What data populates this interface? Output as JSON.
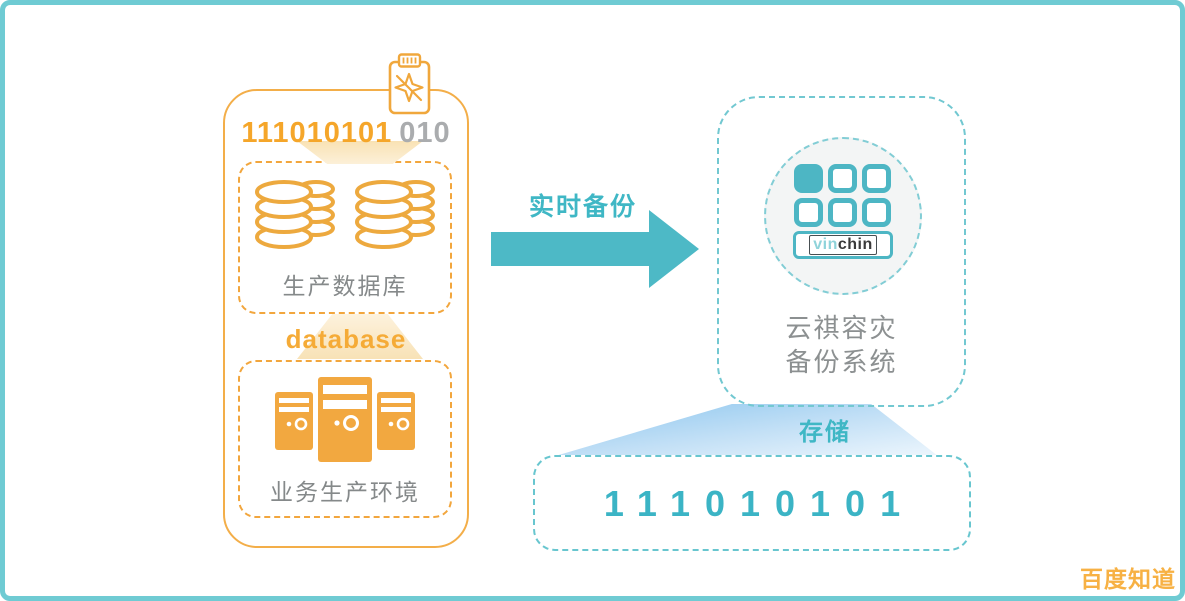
{
  "diagram": {
    "production": {
      "binary_orange": "111010101",
      "binary_gray": "010",
      "db_label": "生产数据库",
      "db_tag": "database",
      "env_label": "业务生产环境"
    },
    "arrow_label": "实时备份",
    "vinchin": {
      "logo_vin": "vin",
      "logo_chin": "chin",
      "name_line1": "云祺容灾",
      "name_line2": "备份系统"
    },
    "storage": {
      "label": "存储",
      "binary": "111010101"
    },
    "watermark": "百度知道"
  },
  "icons": {
    "clipboard": "clipboard-sparkle-slash-icon",
    "database": "database-coins-icon",
    "servers": "server-towers-icon",
    "arrow": "arrow-right-icon",
    "logo": "vinchin-grid-logo"
  },
  "colors": {
    "teal_accent": "#3fb7c5",
    "teal_border": "#6fcbd3",
    "teal_logo": "#4db6c4",
    "orange_accent": "#f5a62a",
    "orange_border": "#f2a63d",
    "gray_text": "#85898a",
    "funnel_blue": "#8ac5ee",
    "glow_yellow": "#f9e2b4"
  }
}
